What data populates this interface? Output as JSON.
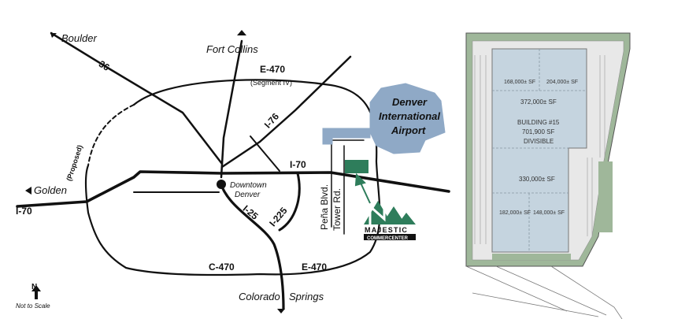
{
  "map": {
    "cities": {
      "boulder": "Boulder",
      "fort_collins": "Fort Collins",
      "golden": "Golden",
      "colorado": "Colorado",
      "springs": "Springs",
      "downtown_line1": "Downtown",
      "downtown_line2": "Denver"
    },
    "roads": {
      "us36": "36",
      "e470_top": "E-470",
      "segment": "(Segment IV)",
      "i76": "I-76",
      "proposed": "(Proposed)",
      "i70_east": "I-70",
      "i70_west": "I-70",
      "i25": "I-25",
      "i225": "I-225",
      "c470": "C-470",
      "e470_bottom": "E-470",
      "pena": "Peña Blvd.",
      "tower": "Tower Rd."
    },
    "airport": {
      "line1": "Denver",
      "line2": "International",
      "line3": "Airport"
    },
    "logo": {
      "line1": "MAJESTIC",
      "line2": "COMMERCENTER"
    },
    "north": {
      "letter": "N",
      "note": "Not to Scale"
    },
    "colors": {
      "airport": "#8fa9c6",
      "site": "#2e7d5b",
      "logo_green": "#2e7d5b",
      "road": "#111111"
    }
  },
  "site_plan": {
    "building_name": "BUILDING #15",
    "building_area": "701,900 SF",
    "building_note": "DIVISIBLE",
    "units": {
      "u168": "168,000± SF",
      "u204": "204,000± SF",
      "u372": "372,000± SF",
      "u330": "330,000± SF",
      "u182": "182,000± SF",
      "u148": "148,000± SF"
    },
    "colors": {
      "building": "#c5d4df",
      "grass": "#9fb79a",
      "paving": "#e8e8e8"
    }
  }
}
